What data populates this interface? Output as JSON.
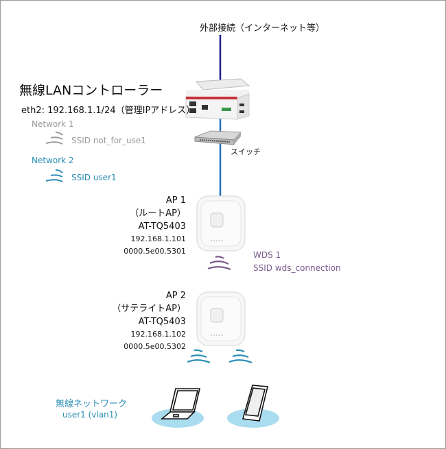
{
  "external": "外部接続（インターネット等）",
  "controller": {
    "title": "無線LANコントローラー",
    "eth": "eth2: 192.168.1.1/24（管理IPアドレス）",
    "networks": [
      {
        "name": "Network 1",
        "ssid": "SSID not_for_use1",
        "color": "#9a9a9a"
      },
      {
        "name": "Network 2",
        "ssid": "SSID user1",
        "color": "#2a8db5"
      }
    ]
  },
  "switch_label": "スイッチ",
  "aps": [
    {
      "name": "AP 1",
      "role": "（ルートAP）",
      "model": "AT-TQ5403",
      "ip": "192.168.1.101",
      "mac": "0000.5e00.5301"
    },
    {
      "name": "AP 2",
      "role": "（サテライトAP）",
      "model": "AT-TQ5403",
      "ip": "192.168.1.102",
      "mac": "0000.5e00.5302"
    }
  ],
  "wds": {
    "name": "WDS 1",
    "ssid": "SSID wds_connection",
    "color": "#7a5a8c"
  },
  "wireless": {
    "title": "無線ネットワーク",
    "vlan": "user1 (vlan1)",
    "color": "#2a8db5"
  },
  "colors": {
    "uplink": "#1c1c8c",
    "lan": "#1f6fb8",
    "client_area": "#a9dcef"
  }
}
